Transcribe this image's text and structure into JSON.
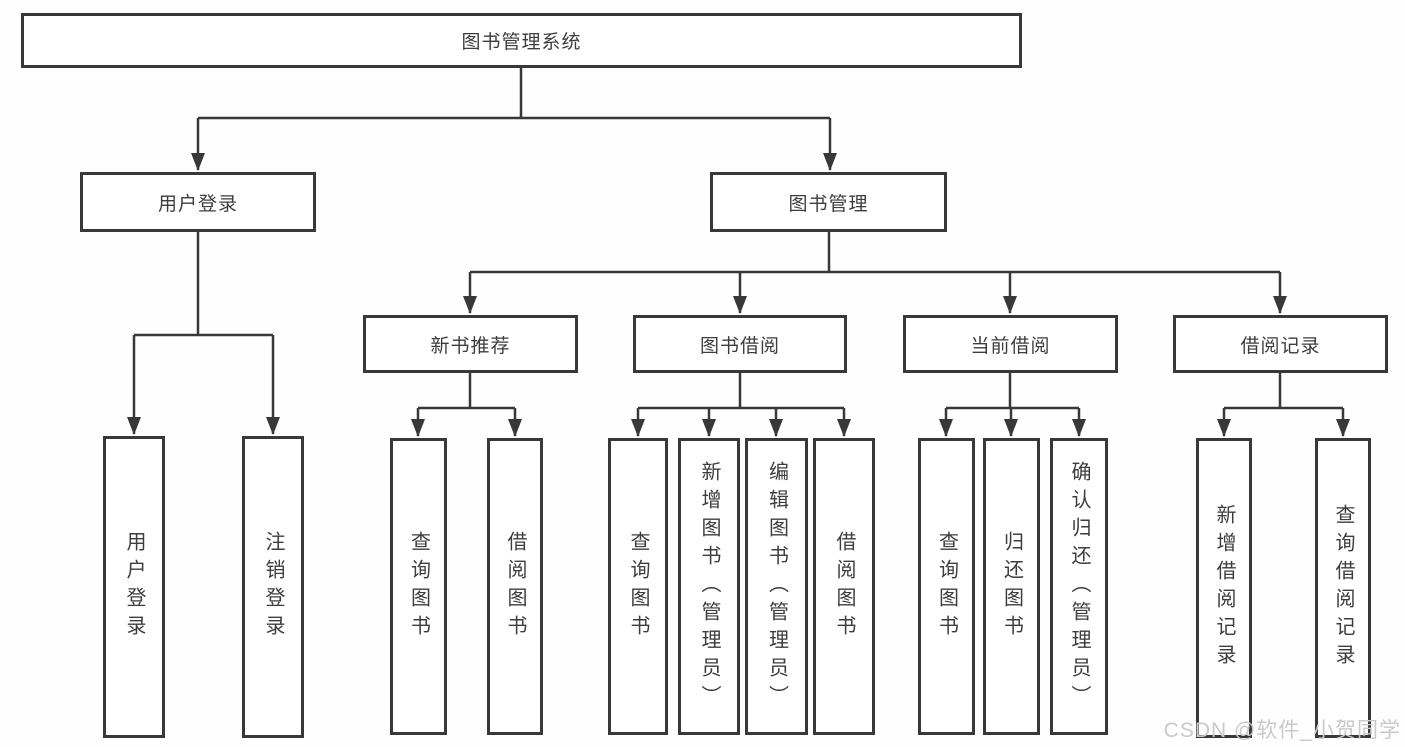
{
  "diagram": {
    "root": {
      "label": "图书管理系统"
    },
    "branches": [
      {
        "label": "用户登录",
        "children": [
          {
            "label": "用户登录"
          },
          {
            "label": "注销登录"
          }
        ]
      },
      {
        "label": "图书管理",
        "children": [
          {
            "label": "新书推荐",
            "children": [
              {
                "label": "查询图书"
              },
              {
                "label": "借阅图书"
              }
            ]
          },
          {
            "label": "图书借阅",
            "children": [
              {
                "label": "查询图书"
              },
              {
                "label": "新增图书（管理员）"
              },
              {
                "label": "编辑图书（管理员）"
              },
              {
                "label": "借阅图书"
              }
            ]
          },
          {
            "label": "当前借阅",
            "children": [
              {
                "label": "查询图书"
              },
              {
                "label": "归还图书"
              },
              {
                "label": "确认归还（管理员）"
              }
            ]
          },
          {
            "label": "借阅记录",
            "children": [
              {
                "label": "新增借阅记录"
              },
              {
                "label": "查询借阅记录"
              }
            ]
          }
        ]
      }
    ]
  },
  "watermark": {
    "text": "CSDN @软件_小贺同学"
  },
  "colors": {
    "line": "#383838",
    "text": "#3d3d3d",
    "watermark": "#c9c9c9",
    "background": "#ffffff"
  }
}
